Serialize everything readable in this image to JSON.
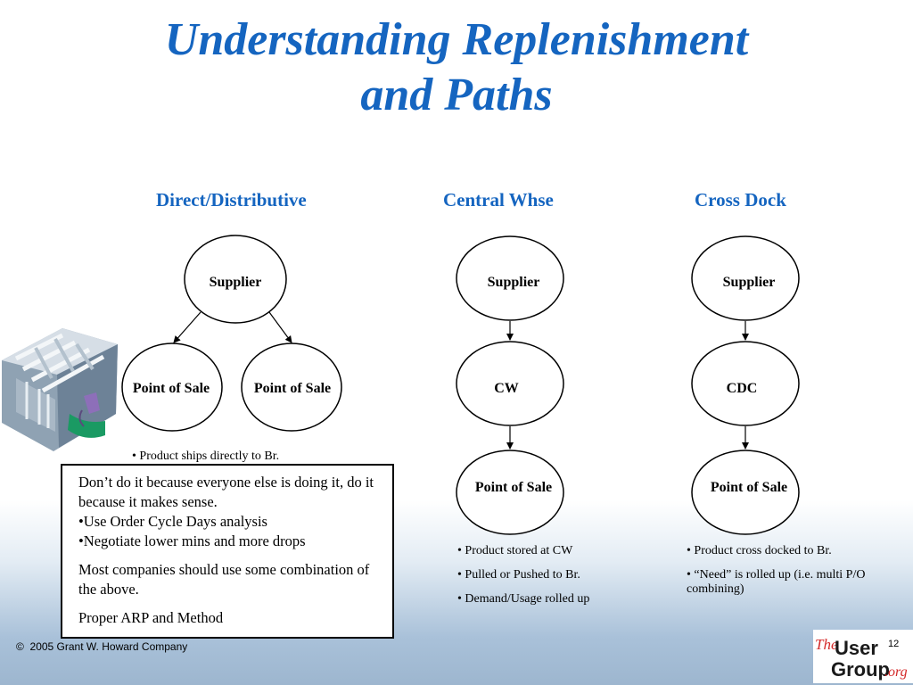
{
  "title": {
    "line1": "Understanding Replenishment",
    "line2": "and Paths"
  },
  "columns": [
    {
      "heading": "Direct/Distributive",
      "supplier": "Supplier",
      "pos_left": "Point of Sale",
      "pos_right": "Point of Sale",
      "note": "• Product ships directly to Br."
    },
    {
      "heading": "Central Whse",
      "supplier": "Supplier",
      "middle": "CW",
      "pos": "Point of Sale",
      "notes": [
        "• Product stored at CW",
        "• Pulled or Pushed to Br.",
        "• Demand/Usage rolled up"
      ]
    },
    {
      "heading": "Cross Dock",
      "supplier": "Supplier",
      "middle": "CDC",
      "pos": "Point of Sale",
      "notes": [
        "• Product cross docked to Br.",
        "• “Need” is rolled up (i.e. multi P/O combining)"
      ]
    }
  ],
  "callout": {
    "line1": "Don’t do it because everyone else is doing it, do it because it makes sense.",
    "bullet1": "•Use Order Cycle Days analysis",
    "bullet2": "•Negotiate lower mins and more drops",
    "para2": "Most companies should use some combination of the above.",
    "para3": "Proper ARP and Method"
  },
  "footer": {
    "copyright_symbol": "©",
    "copyright": "2005 Grant W. Howard Company",
    "page": "12"
  },
  "logo": {
    "the": "The",
    "user": "User",
    "group": "Group",
    "org": ".org"
  },
  "colors": {
    "title": "#1565c0",
    "heading": "#1565c0",
    "logo_red": "#d42a2a"
  }
}
